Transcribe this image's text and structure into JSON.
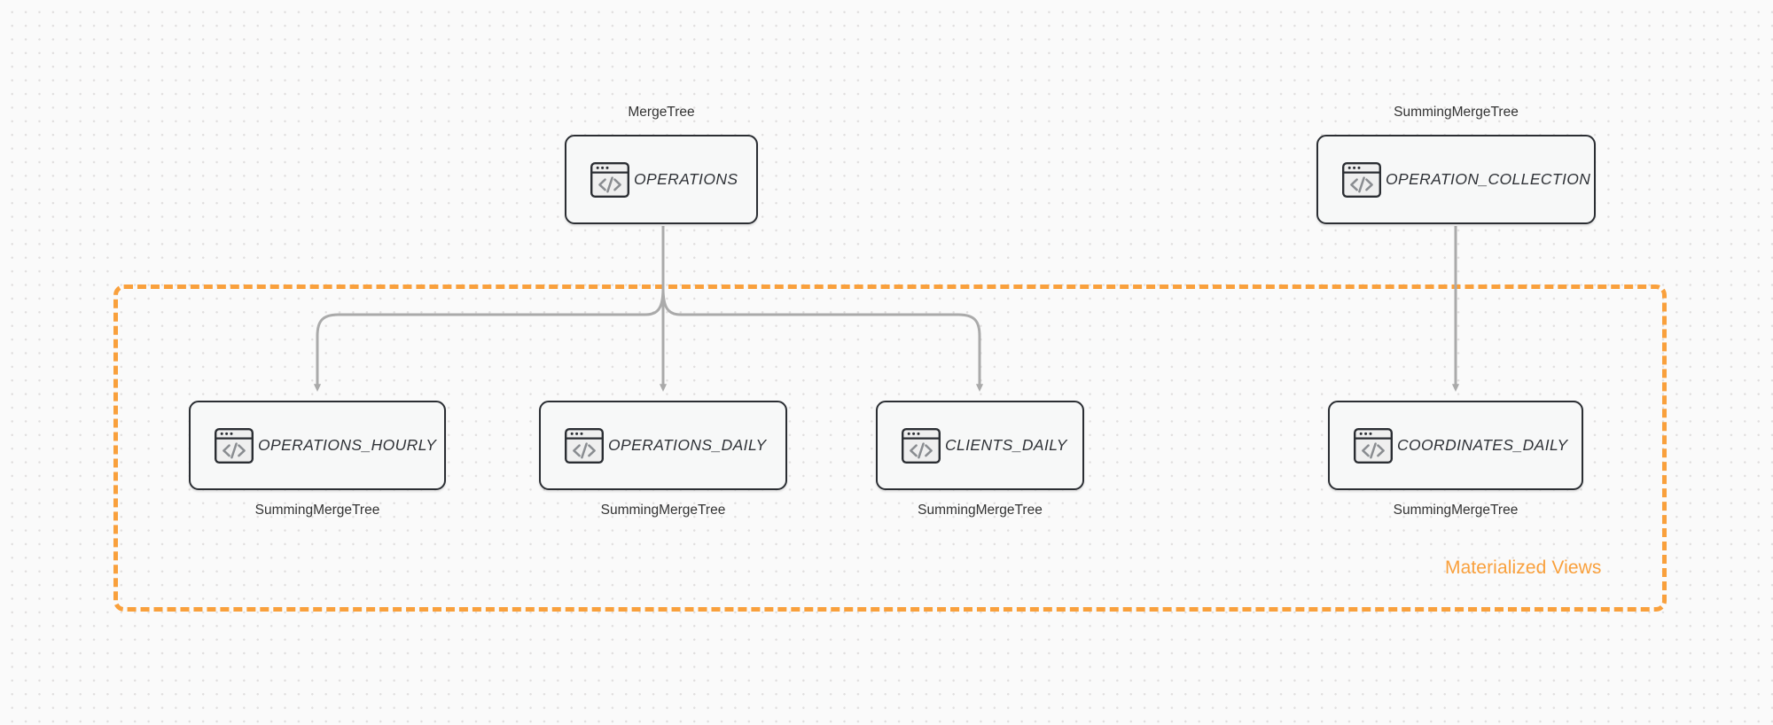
{
  "diagram": {
    "title": "Materialized Views",
    "background": "#fafafa",
    "accent_color": "#f9a03c",
    "edge_color": "#aaaaaa",
    "node_border_color": "#2b2e33",
    "node_fill_color": "#f7f8f8"
  },
  "group": {
    "label": "Materialized Views",
    "color": "#f9a03c",
    "style": "dashed"
  },
  "nodes": [
    {
      "id": "operations",
      "label": "OPERATIONS",
      "engine": "MergeTree",
      "engine_position": "top",
      "icon": "code-window-icon"
    },
    {
      "id": "operation_collection",
      "label": "OPERATION_COLLECTION",
      "engine": "SummingMergeTree",
      "engine_position": "top",
      "icon": "code-window-icon"
    },
    {
      "id": "operations_hourly",
      "label": "OPERATIONS_HOURLY",
      "engine": "SummingMergeTree",
      "engine_position": "bottom",
      "icon": "code-window-icon"
    },
    {
      "id": "operations_daily",
      "label": "OPERATIONS_DAILY",
      "engine": "SummingMergeTree",
      "engine_position": "bottom",
      "icon": "code-window-icon"
    },
    {
      "id": "clients_daily",
      "label": "CLIENTS_DAILY",
      "engine": "SummingMergeTree",
      "engine_position": "bottom",
      "icon": "code-window-icon"
    },
    {
      "id": "coordinates_daily",
      "label": "COORDINATES_DAILY",
      "engine": "SummingMergeTree",
      "engine_position": "bottom",
      "icon": "code-window-icon"
    }
  ],
  "edges": [
    {
      "from": "operations",
      "to": "operations_hourly",
      "style": "arrow"
    },
    {
      "from": "operations",
      "to": "operations_daily",
      "style": "arrow"
    },
    {
      "from": "operations",
      "to": "clients_daily",
      "style": "arrow"
    },
    {
      "from": "operation_collection",
      "to": "coordinates_daily",
      "style": "arrow"
    }
  ]
}
